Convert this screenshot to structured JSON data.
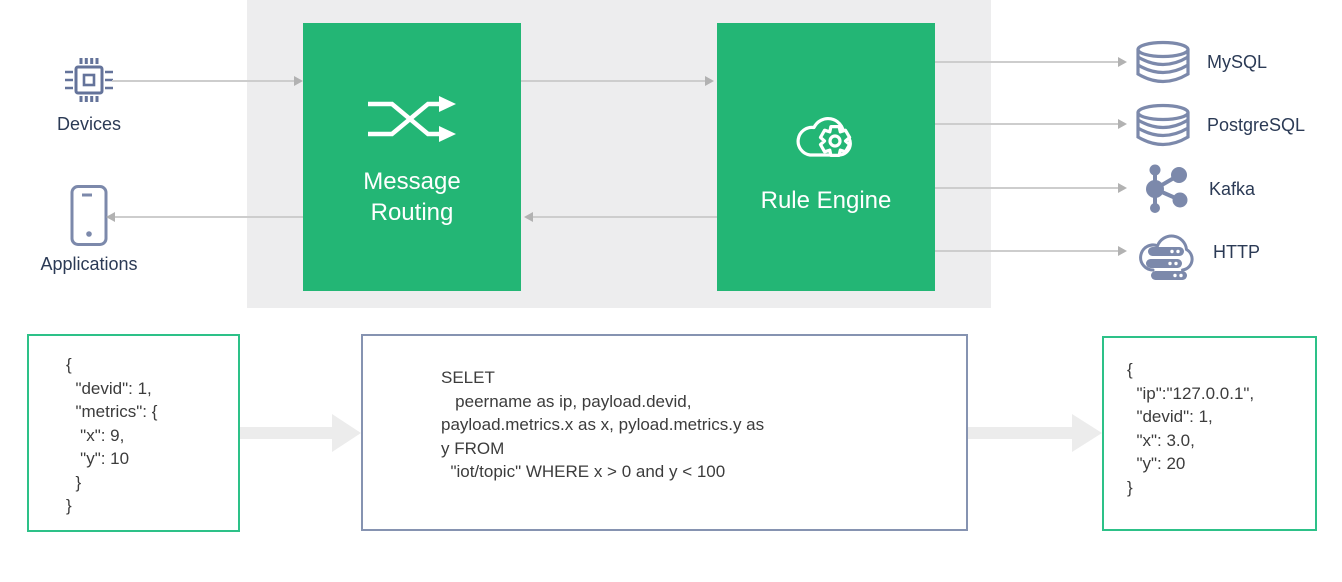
{
  "colors": {
    "green": "#23b675",
    "band_gray": "#ededee",
    "green_border": "#2dc188",
    "sql_border": "#8693b1",
    "label_navy": "#2b3a55",
    "icon_blue": "#7c89ab",
    "code_text": "#3c3c3c",
    "connector_gray": "#cdcdcd",
    "thick_arrow_gray": "#ececec"
  },
  "sources": [
    {
      "label": "Devices",
      "icon": "chip-icon"
    },
    {
      "label": "Applications",
      "icon": "phone-icon"
    }
  ],
  "processors": [
    {
      "label": "Message Routing",
      "icon": "shuffle-icon"
    },
    {
      "label": "Rule Engine",
      "icon": "cloud-gear-icon"
    }
  ],
  "sinks": [
    {
      "label": "MySQL",
      "icon": "database-icon"
    },
    {
      "label": "PostgreSQL",
      "icon": "database-icon"
    },
    {
      "label": "Kafka",
      "icon": "network-nodes-icon"
    },
    {
      "label": "HTTP",
      "icon": "cloud-server-icon"
    }
  ],
  "code": {
    "input_json": "{\n  \"devid\": 1,\n  \"metrics\": {\n   \"x\": 9,\n   \"y\": 10\n  }\n}",
    "rule_sql": "SELET\n   peername as ip, payload.devid,\npayload.metrics.x as x, pyload.metrics.y as\ny FROM\n  \"iot/topic\" WHERE x > 0 and y < 100",
    "output_json": "{\n  \"ip\":\"127.0.0.1\",\n  \"devid\": 1,\n  \"x\": 3.0,\n  \"y\": 20\n}"
  }
}
